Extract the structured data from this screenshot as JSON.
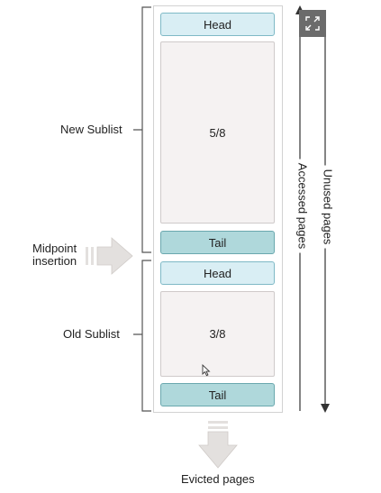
{
  "blocks": {
    "new_head": "Head",
    "new_body": "5/8",
    "new_tail": "Tail",
    "old_head": "Head",
    "old_body": "3/8",
    "old_tail": "Tail"
  },
  "labels": {
    "new_sublist": "New Sublist",
    "old_sublist": "Old Sublist",
    "midpoint_line1": "Midpoint",
    "midpoint_line2": "insertion",
    "accessed_pages": "Accessed pages",
    "unused_pages": "Unused pages",
    "evicted_pages": "Evicted pages"
  },
  "icons": {
    "expand": "expand-icon",
    "cursor": "mouse-pointer-icon"
  },
  "colors": {
    "head_fill": "#d9eef4",
    "tail_fill": "#afd8db",
    "body_fill": "#f5f2f2",
    "arrow_fill": "#e3e0de",
    "expand_button": "#6b6b6b"
  }
}
